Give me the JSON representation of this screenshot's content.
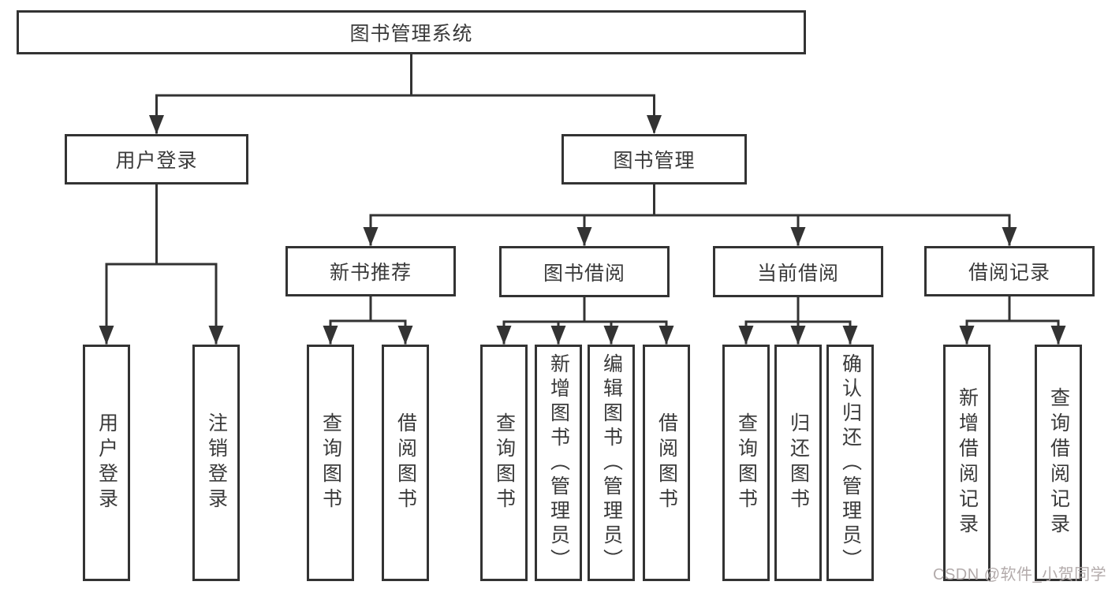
{
  "diagram": {
    "root": {
      "label": "图书管理系统",
      "children": [
        {
          "label": "用户登录",
          "children": [
            {
              "label": "用户登录"
            },
            {
              "label": "注销登录"
            }
          ]
        },
        {
          "label": "图书管理",
          "children": [
            {
              "label": "新书推荐",
              "children": [
                {
                  "label": "查询图书"
                },
                {
                  "label": "借阅图书"
                }
              ]
            },
            {
              "label": "图书借阅",
              "children": [
                {
                  "label": "查询图书"
                },
                {
                  "label": "新增图书（管理员）"
                },
                {
                  "label": "编辑图书（管理员）"
                },
                {
                  "label": "借阅图书"
                }
              ]
            },
            {
              "label": "当前借阅",
              "children": [
                {
                  "label": "查询图书"
                },
                {
                  "label": "归还图书"
                },
                {
                  "label": "确认归还（管理员）"
                }
              ]
            },
            {
              "label": "借阅记录",
              "children": [
                {
                  "label": "新增借阅记录"
                },
                {
                  "label": "查询借阅记录"
                }
              ]
            }
          ]
        }
      ]
    },
    "colors": {
      "line": "#333333",
      "box_border": "#333333",
      "text": "#3a3a3a",
      "watermark": "#afa7a7",
      "background": "#ffffff"
    }
  },
  "watermark": {
    "text": "CSDN @软件_小贺同学"
  }
}
